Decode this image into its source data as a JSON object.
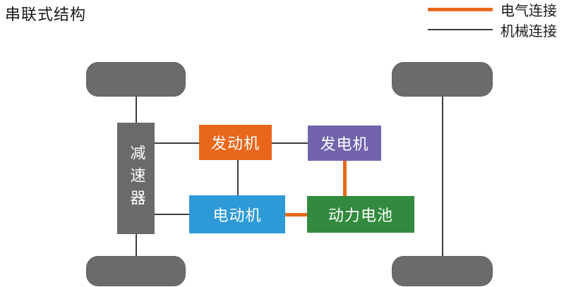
{
  "title": "串联式结构",
  "legend": {
    "electrical": {
      "label": "电气连接",
      "color": "#e8691a",
      "line_style": "thick"
    },
    "mechanical": {
      "label": "机械连接",
      "color": "#3d3d3d",
      "line_style": "thin"
    }
  },
  "nodes": {
    "reducer": {
      "label": "减速器",
      "color": "#6a6a6a",
      "text_color": "#ffffff",
      "orientation": "vertical"
    },
    "engine": {
      "label": "发动机",
      "color": "#e8671a",
      "text_color": "#ffffff"
    },
    "generator": {
      "label": "发电机",
      "color": "#7263ac",
      "text_color": "#ffffff"
    },
    "motor": {
      "label": "电动机",
      "color": "#2d9ad7",
      "text_color": "#ffffff"
    },
    "battery": {
      "label": "动力电池",
      "color": "#318a3e",
      "text_color": "#ffffff"
    }
  },
  "wheels": {
    "count": 4,
    "color": "#6b6b6b"
  },
  "connections": [
    {
      "from": "front-left-wheel",
      "to": "reducer",
      "type": "mechanical"
    },
    {
      "from": "reducer",
      "to": "rear-left-wheel",
      "type": "mechanical"
    },
    {
      "from": "reducer",
      "to": "engine",
      "type": "mechanical"
    },
    {
      "from": "engine",
      "to": "generator",
      "type": "mechanical"
    },
    {
      "from": "engine",
      "to": "motor",
      "type": "mechanical"
    },
    {
      "from": "reducer",
      "to": "motor",
      "type": "mechanical"
    },
    {
      "from": "front-right-wheel",
      "to": "rear-right-wheel",
      "type": "mechanical"
    },
    {
      "from": "generator",
      "to": "battery",
      "type": "electrical"
    },
    {
      "from": "motor",
      "to": "battery",
      "type": "electrical"
    }
  ]
}
